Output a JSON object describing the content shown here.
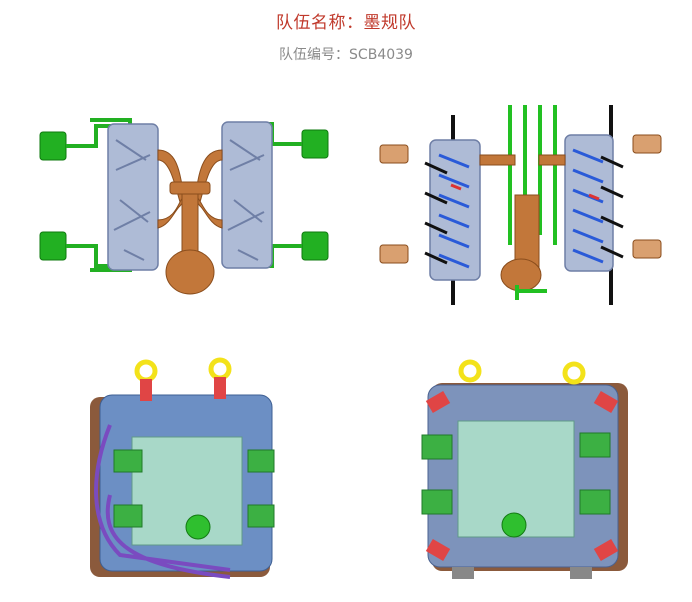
{
  "header": {
    "team_name_line": "队伍名称：墨规队",
    "team_id_line": "队伍编号：SCB4039"
  },
  "colors": {
    "title": "#c0392b",
    "subtitle": "#8a8a8a",
    "cavity": "#aebbd6",
    "runner": "#c2773a",
    "cooling": "#22b022",
    "mold_plate": "#6c8fc4",
    "insert": "#a8d8c8",
    "slider": "#3cb043",
    "lift_ring": "#f3e21a",
    "guide_red": "#e04545",
    "hose": "#7a4bc0"
  },
  "figures": [
    {
      "name": "casting-runner-cooling-view"
    },
    {
      "name": "casting-cooling-pins-view"
    },
    {
      "name": "mold-assembly-front-view"
    },
    {
      "name": "mold-assembly-rear-view"
    }
  ]
}
